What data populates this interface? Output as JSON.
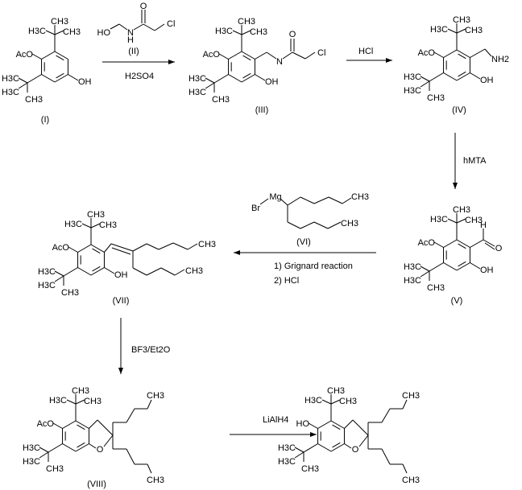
{
  "compounds": {
    "I": {
      "id": "(I)",
      "atoms": [
        "H3C",
        "CH3",
        "CH3",
        "AcO",
        "H3C",
        "H3C",
        "CH3",
        "OH"
      ]
    },
    "II": {
      "id": "(II)",
      "atoms": [
        "HO",
        "N",
        "H",
        "O",
        "Cl"
      ]
    },
    "III": {
      "id": "(III)",
      "atoms": [
        "H3C",
        "CH3",
        "CH3",
        "AcO",
        "H3C",
        "H3C",
        "CH3",
        "OH",
        "N",
        "O",
        "Cl"
      ]
    },
    "IV": {
      "id": "(IV)",
      "atoms": [
        "H3C",
        "CH3",
        "CH3",
        "AcO",
        "H3C",
        "H3C",
        "CH3",
        "OH",
        "NH2"
      ]
    },
    "V": {
      "id": "(V)",
      "atoms": [
        "H3C",
        "CH3",
        "CH3",
        "AcO",
        "H3C",
        "H3C",
        "CH3",
        "OH",
        "H",
        "O"
      ]
    },
    "VI": {
      "id": "(VI)",
      "atoms": [
        "Br",
        "Mg",
        "CH3",
        "CH3"
      ]
    },
    "VII": {
      "id": "(VII)",
      "atoms": [
        "H3C",
        "CH3",
        "CH3",
        "AcO",
        "H3C",
        "H3C",
        "CH3",
        "OH",
        "CH3",
        "CH3"
      ]
    },
    "VIII": {
      "id": "(VIII)",
      "atoms": [
        "H3C",
        "CH3",
        "CH3",
        "AcO",
        "H3C",
        "H3C",
        "CH3",
        "O",
        "CH3",
        "CH3"
      ]
    },
    "IX": {
      "atoms": [
        "H3C",
        "CH3",
        "CH3",
        "HO",
        "H3C",
        "H3C",
        "CH3",
        "O",
        "CH3",
        "CH3"
      ]
    }
  },
  "reagents": {
    "step1": "H2SO4",
    "step2": "HCl",
    "step3": "hMTA",
    "step4_line1": "1)  Grignard reaction",
    "step4_line2": "2)  HCl",
    "step5": "BF3/Et2O",
    "step6": "LiAlH4"
  }
}
